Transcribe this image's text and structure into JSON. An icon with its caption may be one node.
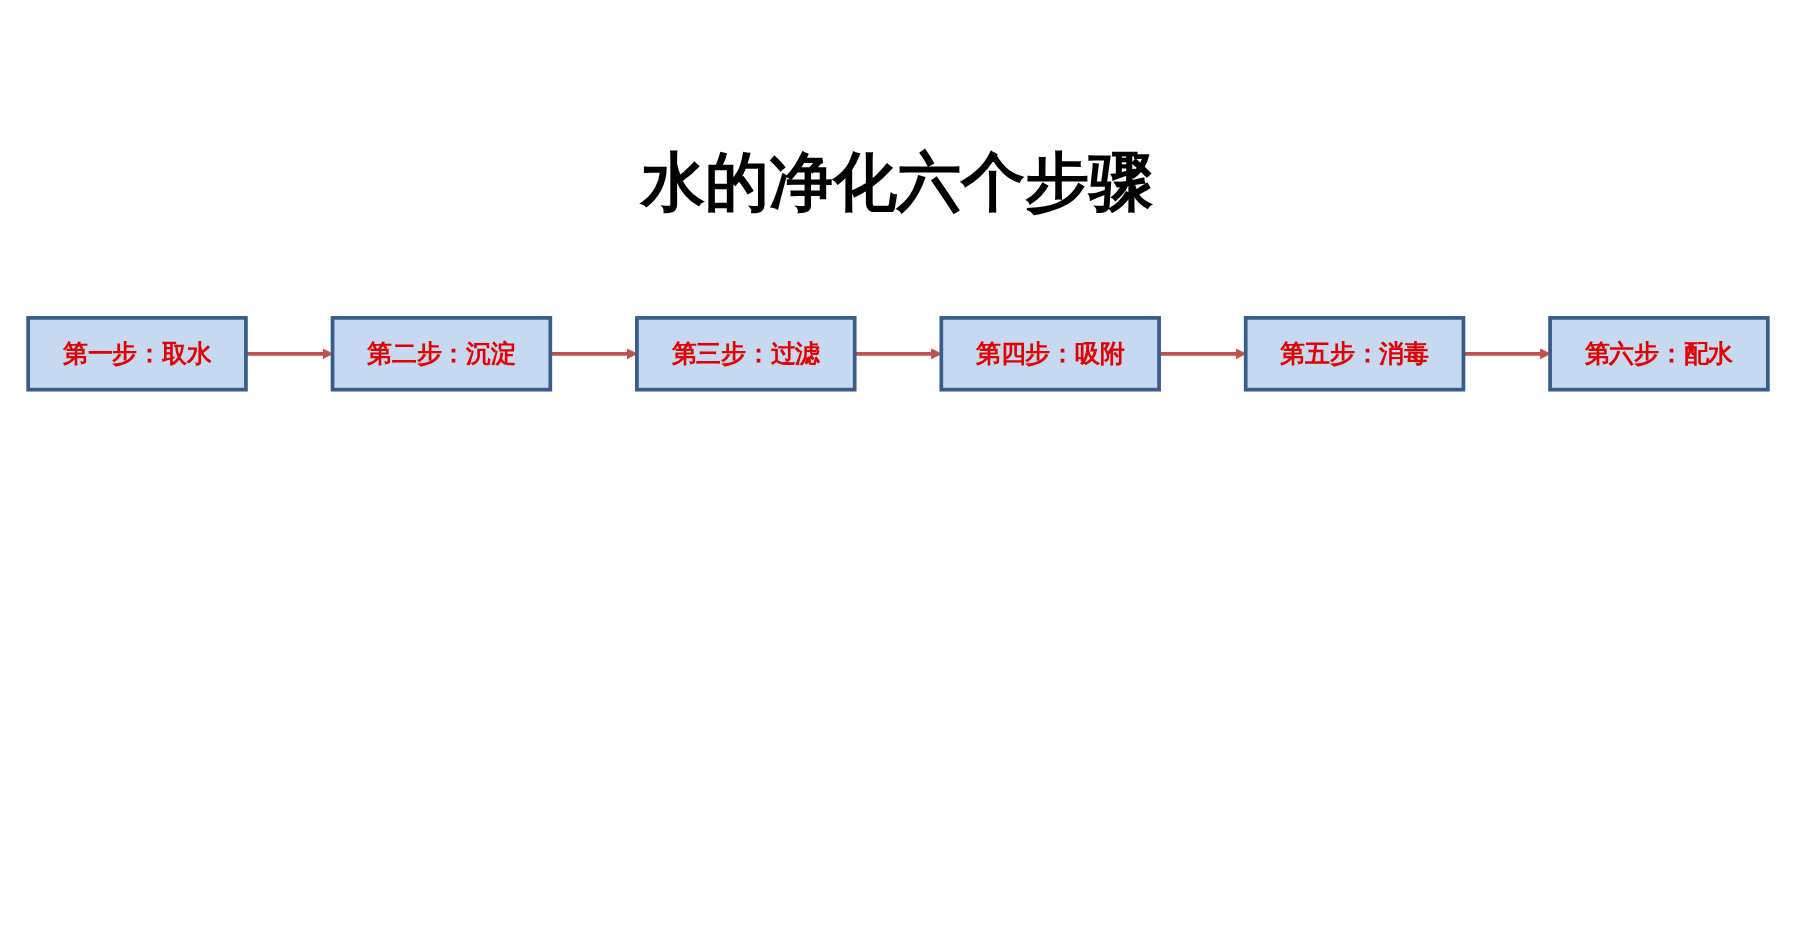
{
  "diagram": {
    "title": "水的净化六个步骤",
    "nodes": [
      {
        "text": [
          "第一步：取水"
        ]
      },
      {
        "text": [
          "第二步：沉淀"
        ]
      },
      {
        "text": [
          "第三步：过滤"
        ]
      },
      {
        "text": [
          "第四步：吸附"
        ]
      },
      {
        "text": [
          "第五步：消毒"
        ]
      },
      {
        "text": [
          "第六步：配水"
        ]
      }
    ],
    "edges": [
      {
        "from": 0,
        "to": 1,
        "arrow": "to"
      },
      {
        "from": 1,
        "to": 2,
        "arrow": "to"
      },
      {
        "from": 2,
        "to": 3,
        "arrow": "to"
      },
      {
        "from": 3,
        "to": 4,
        "arrow": "to"
      },
      {
        "from": 4,
        "to": 5,
        "arrow": "to"
      }
    ]
  }
}
